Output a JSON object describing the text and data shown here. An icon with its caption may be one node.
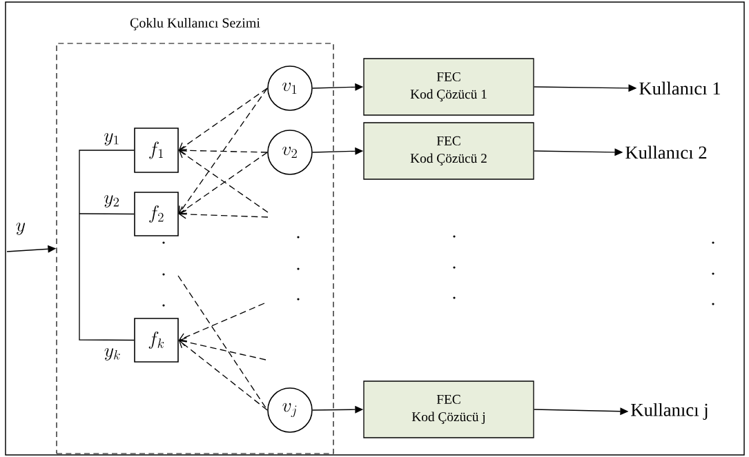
{
  "diagram": {
    "nodes": [
      {
        "text": [
          "Çoklu Kullanıcı Sezimi"
        ]
      },
      {
        "text": [
          "f_1"
        ],
        "in": 0
      },
      {
        "text": [
          "f_2"
        ],
        "in": 0
      },
      {
        "text": [
          "f_k"
        ],
        "in": 0
      },
      {
        "text": [
          "v_1"
        ],
        "in": 0
      },
      {
        "text": [
          "v_2"
        ],
        "in": 0
      },
      {
        "text": [
          "v_j"
        ],
        "in": 0
      },
      {
        "text": [
          "FEC",
          "Kod Çözücü 1"
        ]
      },
      {
        "text": [
          "FEC",
          "Kod Çözücü 2"
        ]
      },
      {
        "text": [
          "FEC",
          "Kod Çözücü j"
        ]
      },
      {
        "text": [
          "Kullanıcı 1"
        ]
      },
      {
        "text": [
          "Kullanıcı 2"
        ]
      },
      {
        "text": [
          "Kullanıcı j"
        ]
      }
    ],
    "edges": [
      {
        "from": null,
        "to": 0,
        "arrow": "to",
        "label": "y"
      },
      {
        "from": null,
        "to": 1,
        "arrow": "none",
        "label": "y_1"
      },
      {
        "from": null,
        "to": 2,
        "arrow": "none",
        "label": "y_2"
      },
      {
        "from": null,
        "to": 3,
        "arrow": "none",
        "label": "y_k"
      },
      {
        "from": 4,
        "to": 1,
        "arrow": "to",
        "style": "dashed"
      },
      {
        "from": 4,
        "to": 2,
        "arrow": "to",
        "style": "dashed"
      },
      {
        "from": 5,
        "to": 1,
        "arrow": "to",
        "style": "dashed"
      },
      {
        "from": 5,
        "to": 2,
        "arrow": "to",
        "style": "dashed"
      },
      {
        "from": null,
        "to": 1,
        "arrow": "to",
        "style": "dashed"
      },
      {
        "from": null,
        "to": 2,
        "arrow": "to",
        "style": "dashed"
      },
      {
        "from": null,
        "to": 3,
        "arrow": "to",
        "style": "dashed"
      },
      {
        "from": null,
        "to": 3,
        "arrow": "to",
        "style": "dashed"
      },
      {
        "from": 6,
        "to": 3,
        "arrow": "to",
        "style": "dashed"
      },
      {
        "from": null,
        "to": 6,
        "arrow": "none",
        "style": "dashed"
      },
      {
        "from": 4,
        "to": 7,
        "arrow": "to"
      },
      {
        "from": 5,
        "to": 8,
        "arrow": "to"
      },
      {
        "from": 6,
        "to": 9,
        "arrow": "to"
      },
      {
        "from": 7,
        "to": 10,
        "arrow": "to"
      },
      {
        "from": 8,
        "to": 11,
        "arrow": "to"
      },
      {
        "from": 9,
        "to": 12,
        "arrow": "to"
      }
    ]
  }
}
